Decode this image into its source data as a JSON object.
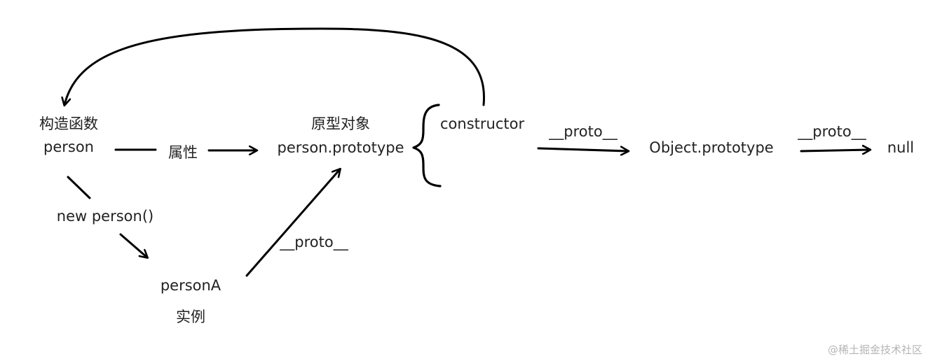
{
  "nodes": {
    "constructor_title": "构造函数",
    "constructor_name": "person",
    "prototype_title": "原型对象",
    "prototype_name": "person.prototype",
    "constructor_prop": "constructor",
    "object_prototype": "Object.prototype",
    "null_node": "null",
    "instance_name": "personA",
    "instance_title": "实例"
  },
  "edges": {
    "property": "属性",
    "new_call": "new person()",
    "proto_instance": "__proto__",
    "proto_prototype": "__proto__",
    "proto_object": "__proto__"
  },
  "watermark": "@稀土掘金技术社区",
  "colors": {
    "text": "#222222",
    "arrow": "#000000",
    "watermark": "#b5b5b5"
  }
}
